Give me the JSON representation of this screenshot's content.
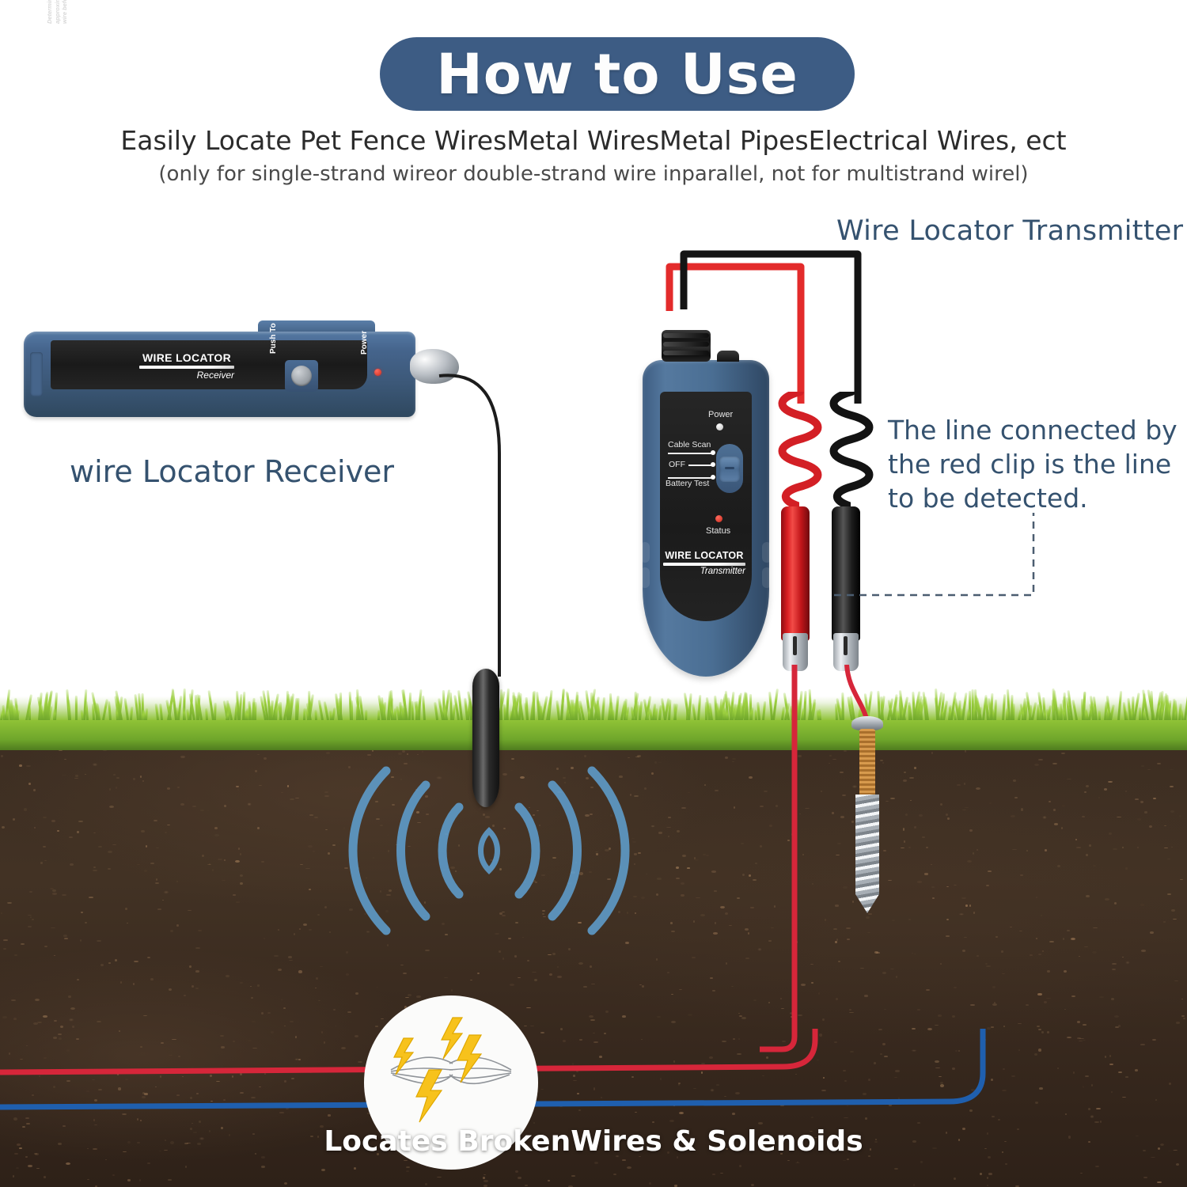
{
  "header": {
    "title": "How to Use",
    "subtitle_line1": "Easily Locate Pet Fence WiresMetal WiresMetal PipesElectrical Wires, ect",
    "subtitle_line2": "(only for single-strand wireor double-strand wire inparallel, not for multistrand wirel)"
  },
  "labels": {
    "receiver_caption": "wire Locator Receiver",
    "transmitter_caption": "Wire Locator Transmitter",
    "red_clip_callout": "The line connected by the red clip is the line to be detected.",
    "bottom_caption": "Locates BrokenWires & Solenoids"
  },
  "receiver_device": {
    "brand_line1": "WIRE LOCATOR",
    "brand_line2": "Receiver",
    "button_label": "Push To Lamp",
    "power_label": "Power",
    "warning_text": "Determine the approximate depth of the wire before you dig."
  },
  "transmitter_device": {
    "power_label": "Power",
    "switch_positions": [
      "Cable Scan",
      "OFF",
      "Battery Test"
    ],
    "status_label": "Status",
    "brand_line1": "WIRE LOCATOR",
    "brand_line2": "Transmitter"
  },
  "colors": {
    "pill_blue": "#3d5c84",
    "label_blue": "#35526f",
    "device_blue": "#45648c",
    "red_wire": "#d6263a",
    "blue_wire": "#1f5fae",
    "grass_green": "#8fc236",
    "soil_brown": "#3d2e22",
    "signal_blue": "#5e9bc9",
    "bolt_yellow": "#f7c21c"
  }
}
